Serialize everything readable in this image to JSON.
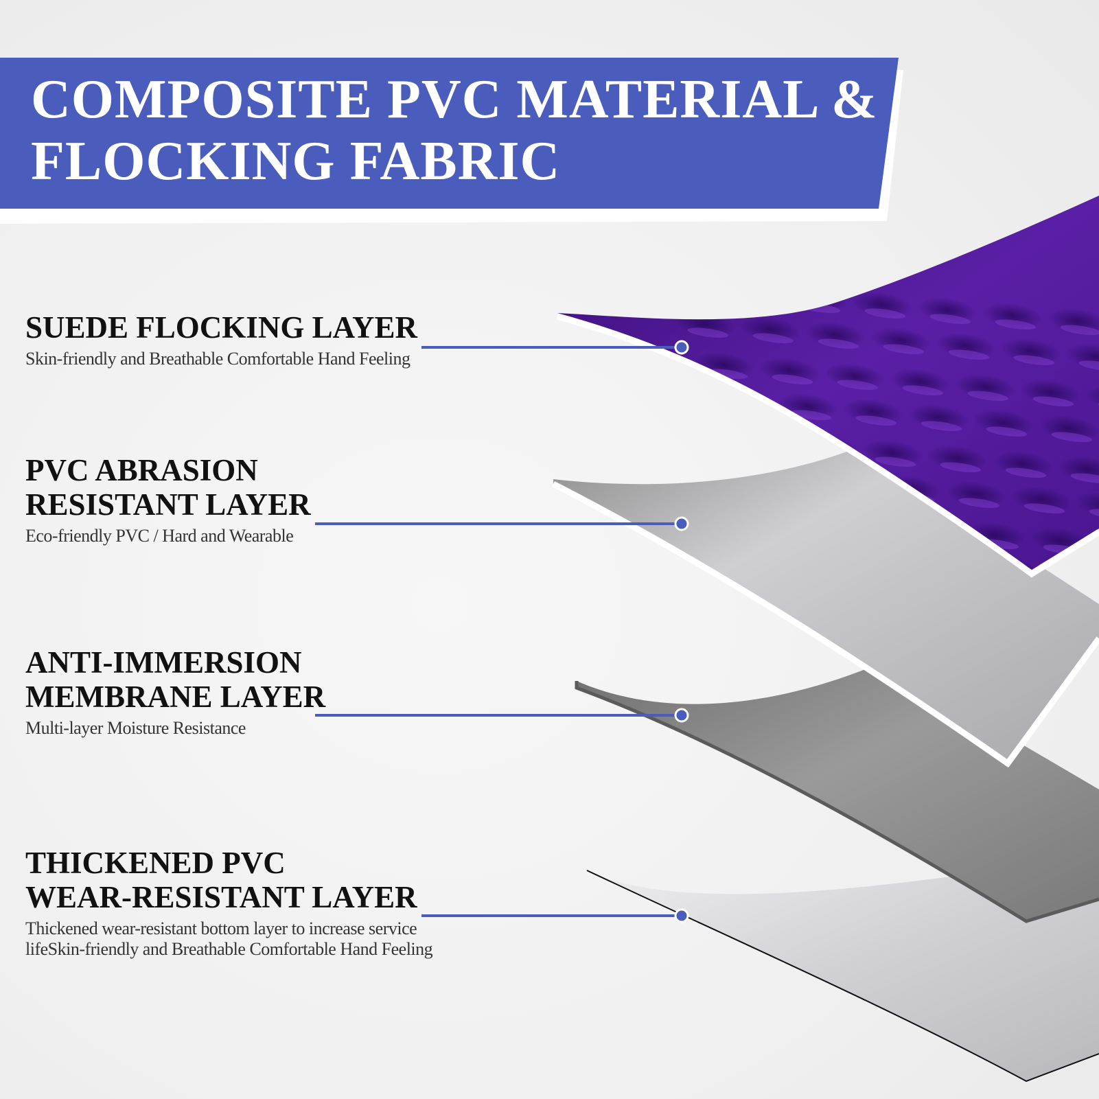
{
  "banner": {
    "title_line1": "COMPOSITE PVC MATERIAL &",
    "title_line2": "FLOCKING FABRIC"
  },
  "colors": {
    "banner_blue": "#4a5dbd",
    "connector_blue": "#4a5dbd",
    "flocking_purple": "#5a1fa6",
    "flocking_purple_dark": "#3a0f78",
    "pvc_gray_light": "#d2d2d6",
    "membrane_gray": "#8a8a8a",
    "bottom_gray": "#c8c8cc"
  },
  "layers": [
    {
      "title_lines": [
        "SUEDE FLOCKING LAYER"
      ],
      "desc_lines": [
        "Skin-friendly and Breathable Comfortable Hand Feeling"
      ]
    },
    {
      "title_lines": [
        "PVC ABRASION",
        "RESISTANT LAYER"
      ],
      "desc_lines": [
        "Eco-friendly PVC / Hard and Wearable"
      ]
    },
    {
      "title_lines": [
        "ANTI-IMMERSION",
        "MEMBRANE LAYER"
      ],
      "desc_lines": [
        "Multi-layer Moisture Resistance"
      ]
    },
    {
      "title_lines": [
        "THICKENED PVC",
        "WEAR-RESISTANT LAYER"
      ],
      "desc_lines": [
        "Thickened wear-resistant bottom layer to increase service",
        "lifeSkin-friendly and Breathable Comfortable Hand Feeling"
      ]
    }
  ]
}
